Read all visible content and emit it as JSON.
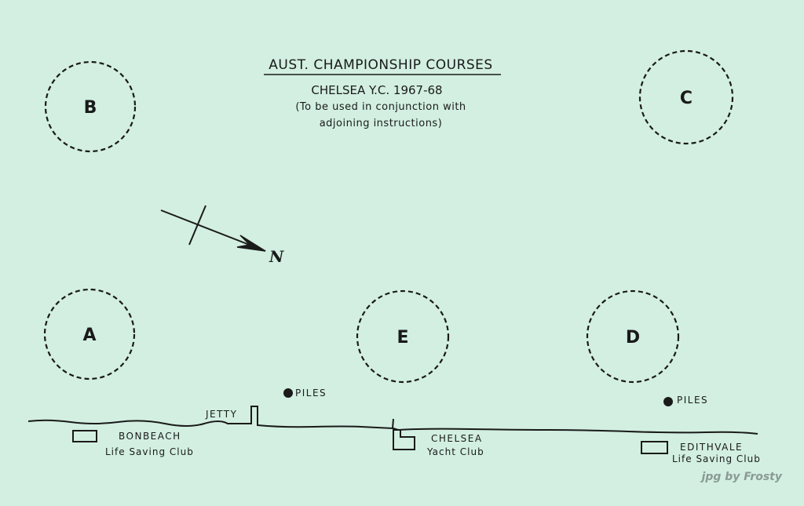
{
  "title": "AUST. CHAMPIONSHIP COURSES",
  "subtitle": "CHELSEA Y.C. 1967-68",
  "note_line1": "(To be used in conjunction with",
  "note_line2": "adjoining instructions)",
  "marks": {
    "a": "A",
    "b": "B",
    "c": "C",
    "d": "D",
    "e": "E"
  },
  "north": "N",
  "piles1": "PILES",
  "piles2": "PILES",
  "jetty": "JETTY",
  "bonbeach": {
    "name": "BONBEACH",
    "sub": "Life Saving Club"
  },
  "chelsea": {
    "name": "CHELSEA",
    "sub": "Yacht Club"
  },
  "edithvale": {
    "name": "EDITHVALE",
    "sub": "Life Saving Club"
  },
  "watermark": "jpg by Frosty"
}
